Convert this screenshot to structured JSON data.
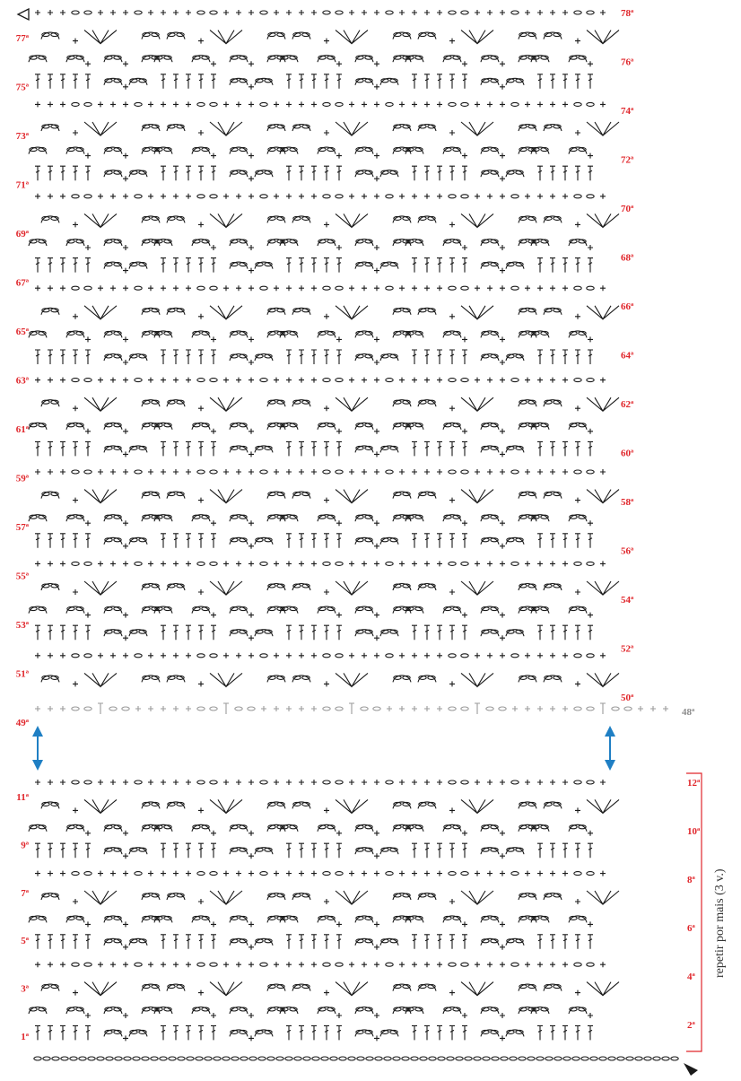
{
  "upper_block": {
    "left_labels": [
      "77ª",
      "75ª",
      "73ª",
      "71ª",
      "69ª",
      "67ª",
      "65ª",
      "63ª",
      "61ª",
      "59ª",
      "57ª",
      "55ª",
      "53ª",
      "51ª",
      "49ª"
    ],
    "right_labels": [
      "78ª",
      "76ª",
      "74ª",
      "72ª",
      "70ª",
      "68ª",
      "66ª",
      "64ª",
      "62ª",
      "60ª",
      "58ª",
      "56ª",
      "54ª",
      "52ª",
      "50ª"
    ],
    "base_row_label": "48ª"
  },
  "lower_block": {
    "left_labels": [
      "11ª",
      "9ª",
      "7ª",
      "5ª",
      "3ª",
      "1ª"
    ],
    "right_labels": [
      "12ª",
      "10ª",
      "8ª",
      "6ª",
      "4ª",
      "2ª"
    ],
    "repeat_note": "repetir por mais (3 v.)"
  },
  "colors": {
    "row_label": "#e0262b",
    "base_row": "#9a9a9a",
    "connector_arrow": "#1f7fc4",
    "symbols": "#1a1a1a",
    "repeat_bracket": "#e0262b"
  },
  "icons": [
    "start-arrow-icon",
    "end-arrow-icon",
    "connector-arrow-icon"
  ]
}
